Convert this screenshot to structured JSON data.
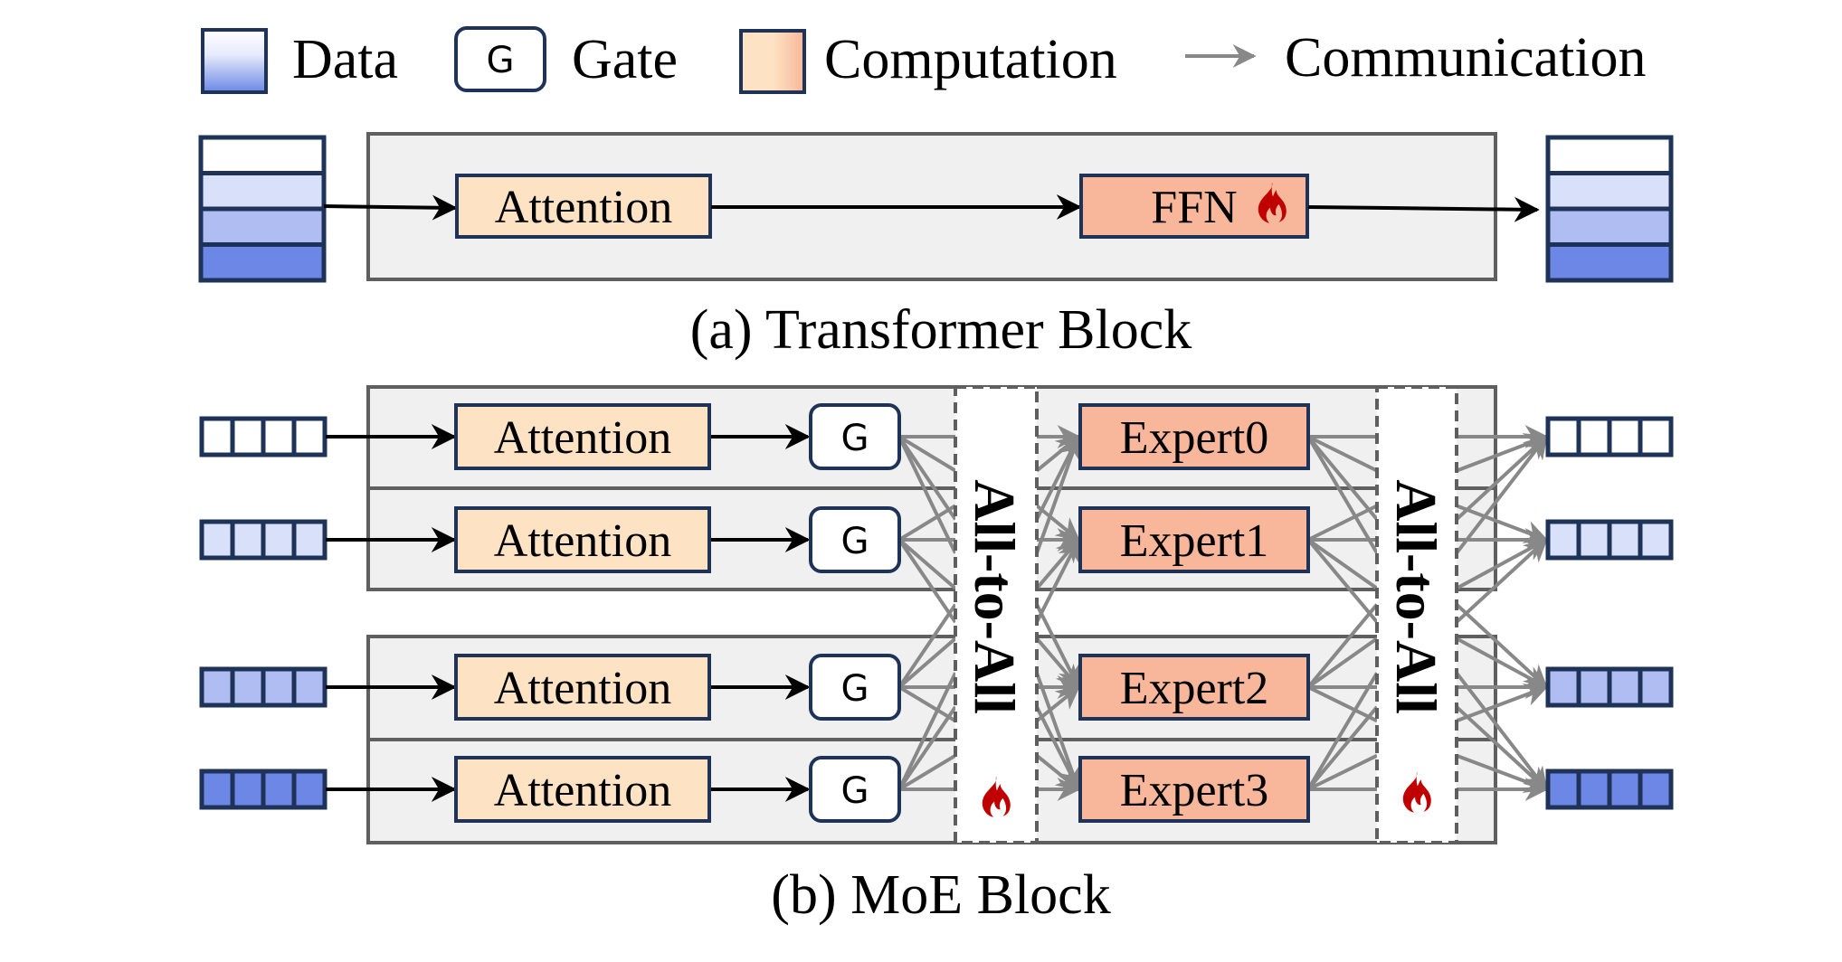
{
  "legend": {
    "data_label": "Data",
    "gate_label": "Gate",
    "gate_symbol": "G",
    "computation_label": "Computation",
    "communication_label": "Communication"
  },
  "colors": {
    "box_border": "#1f3358",
    "block_bg": "#f0f0f0",
    "block_border": "#5f5f5f",
    "attention_fill": "#fde3c4",
    "expert_fill": "#f8b69a",
    "comm_arrow": "#888888",
    "flow_arrow": "#000000",
    "flame": "#c00000",
    "data_shades": [
      "#ffffff",
      "#d9e0fa",
      "#afbdf3",
      "#6c87e6"
    ]
  },
  "transformer": {
    "attention_label": "Attention",
    "ffn_label": "FFN",
    "ffn_trainable_icon": "flame-icon",
    "caption": "(a) Transformer Block"
  },
  "moe": {
    "rows": [
      {
        "attention_label": "Attention",
        "gate_label": "G",
        "expert_label": "Expert0"
      },
      {
        "attention_label": "Attention",
        "gate_label": "G",
        "expert_label": "Expert1"
      },
      {
        "attention_label": "Attention",
        "gate_label": "G",
        "expert_label": "Expert2"
      },
      {
        "attention_label": "Attention",
        "gate_label": "G",
        "expert_label": "Expert3"
      }
    ],
    "all_to_all_label": "All-to-All",
    "all_to_all_icon": "flame-icon",
    "caption": "(b) MoE Block"
  }
}
